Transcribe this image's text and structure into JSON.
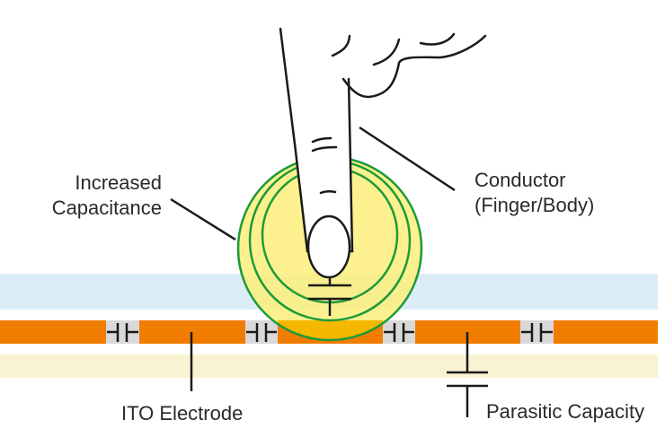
{
  "title": "Capacitive touch sensing diagram",
  "labels": {
    "increased_capacitance": [
      "Increased",
      "Capacitance"
    ],
    "conductor": [
      "Conductor",
      "(Finger/Body)"
    ],
    "ito_electrode": "ITO Electrode",
    "parasitic_capacity": "Parasitic Capacity"
  },
  "colors": {
    "cover_layer": "#dcedf8",
    "electrode": "#f07c00",
    "electrode_gap": "#d9d9d9",
    "substrate_layer": "#faf3d2",
    "field_fill": "#fbee7a",
    "field_ring": "#1e9a3a",
    "line": "#1a1a1a"
  },
  "electrode_segments": 5,
  "field_rings": 3
}
